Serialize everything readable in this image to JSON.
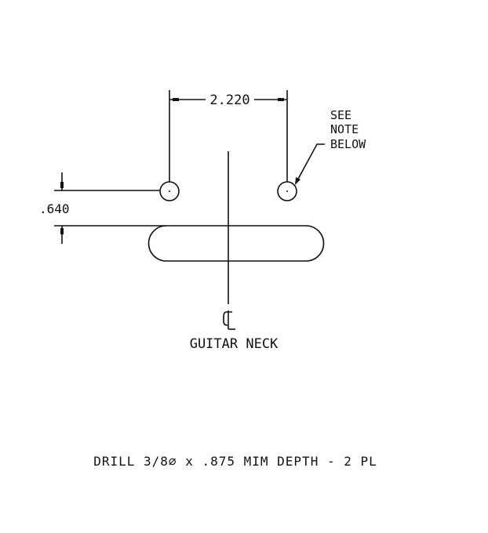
{
  "drawing": {
    "hole_spacing_dim": "2.220",
    "offset_dim": ".640",
    "note_callout": [
      "SEE",
      "NOTE",
      "BELOW"
    ],
    "centerline_symbol": "CL",
    "centerline_label": "GUITAR NECK",
    "note": "DRILL 3/8⌀ x .875 MIM DEPTH - 2 PL",
    "line_color": "#111111",
    "background_color": "#ffffff"
  }
}
